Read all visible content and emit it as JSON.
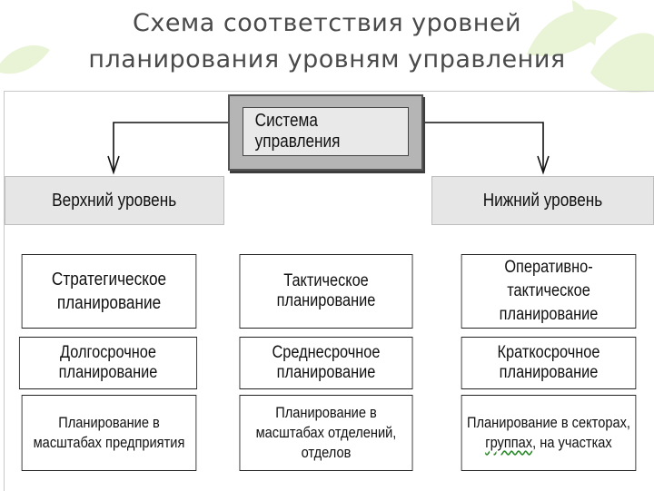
{
  "title": {
    "line1": "Схема соответствия уровней",
    "line2": "планирования уровням управления"
  },
  "system": {
    "label": "Система управления"
  },
  "levels": {
    "upper": "Верхний уровень",
    "lower": "Нижний уровень"
  },
  "columns": {
    "upper": {
      "row1": "Стратегическое планирование",
      "row2": "Долгосрочное планирование",
      "row3": "Планирование в масштабах предприятия"
    },
    "middle": {
      "row1": "Тактическое планирование",
      "row2": "Среднесрочное планирование",
      "row3": "Планирование в масштабах отделений, отделов"
    },
    "lower": {
      "row1": "Оперативно-тактическое планирование",
      "row2": "Краткосрочное планирование",
      "row3_a": "Планирование в секторах,",
      "row3_b": "группах",
      "row3_c": ", на участках"
    }
  },
  "colors": {
    "level_fill": "#e6e6e6",
    "system_outer": "#b5b5b5",
    "system_inner": "#e9e9e9",
    "leaf_accent": "#e6f2cf"
  }
}
